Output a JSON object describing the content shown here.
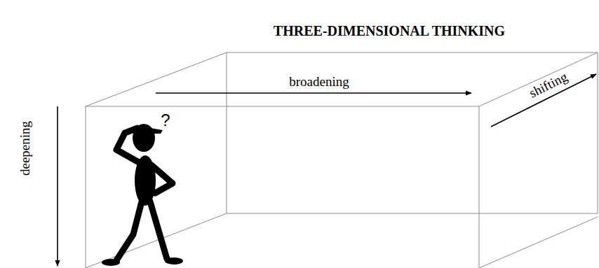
{
  "diagram": {
    "title": "THREE-DIMENSIONAL THINKING",
    "labels": [
      "broadening",
      "shifting",
      "deepening",
      "?"
    ]
  }
}
